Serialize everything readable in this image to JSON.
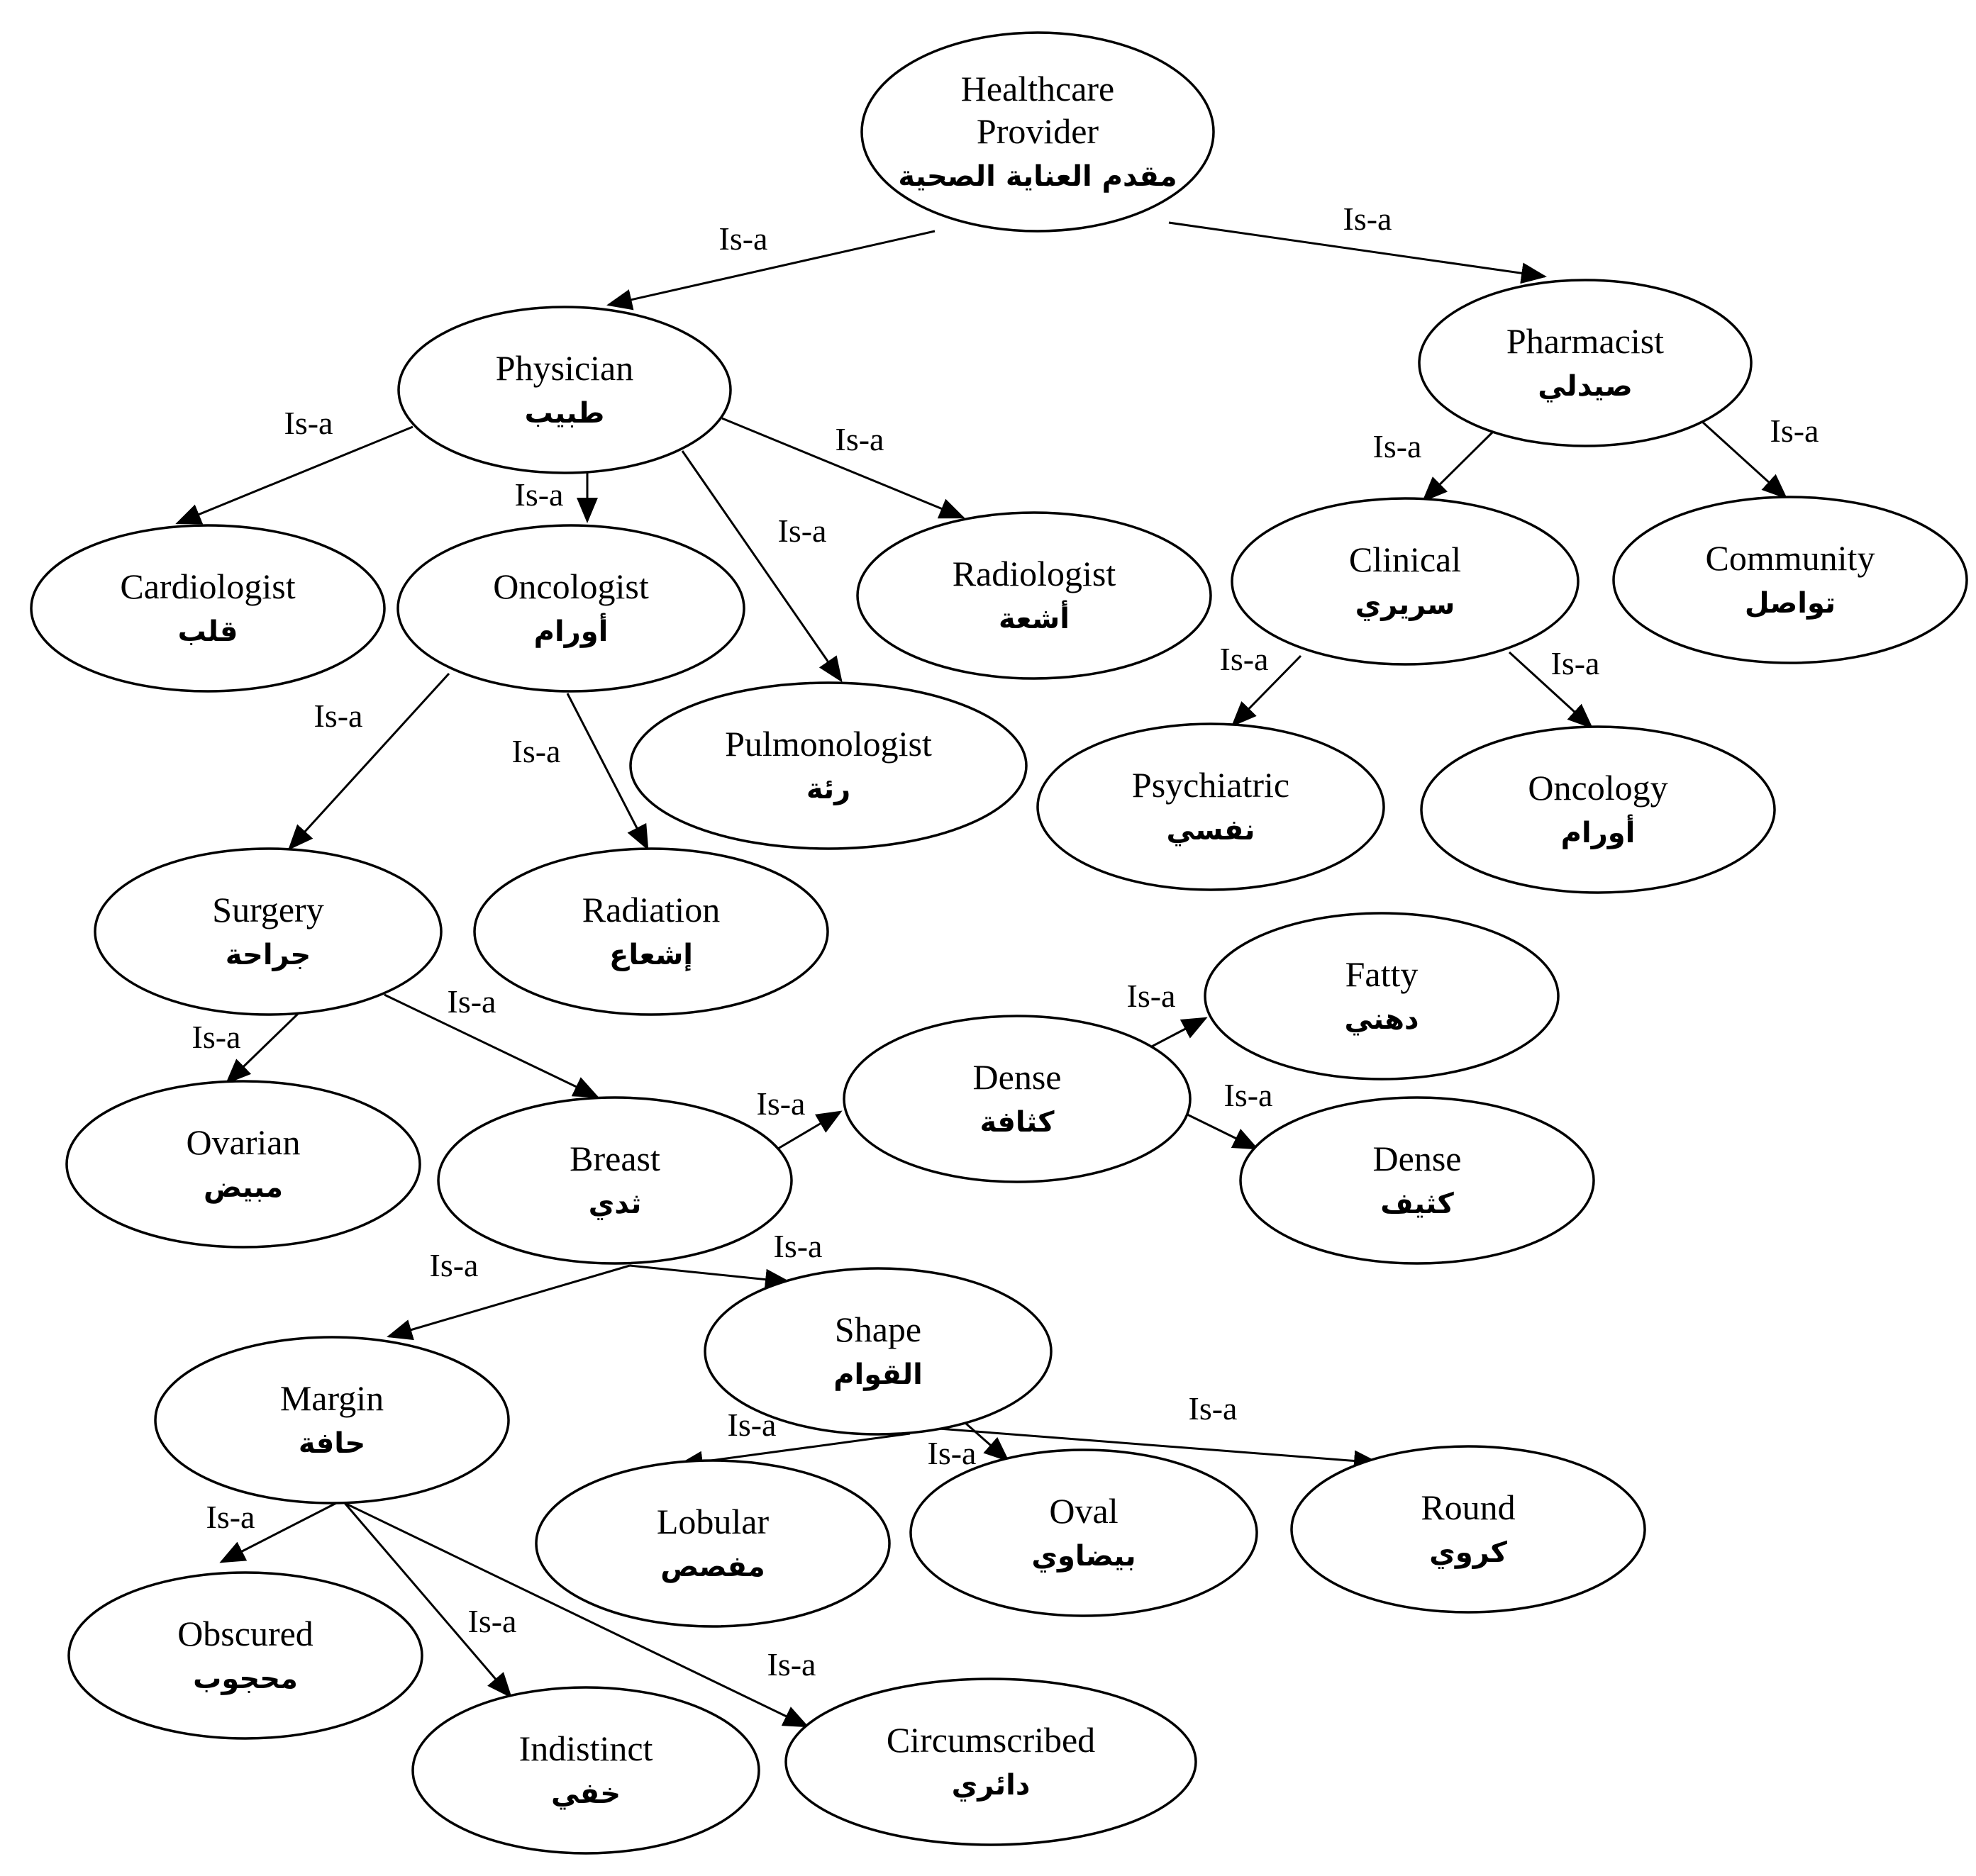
{
  "edge_label": "Is-a",
  "nodes": [
    {
      "id": "healthcare",
      "lines": [
        "Healthcare",
        "Provider"
      ],
      "ar": "مقدم العناية الصحية"
    },
    {
      "id": "physician",
      "lines": [
        "Physician"
      ],
      "ar": "طبيب"
    },
    {
      "id": "pharmacist",
      "lines": [
        "Pharmacist"
      ],
      "ar": "صيدلي"
    },
    {
      "id": "cardiologist",
      "lines": [
        "Cardiologist"
      ],
      "ar": "قلب"
    },
    {
      "id": "oncologist",
      "lines": [
        "Oncologist"
      ],
      "ar": "أورام"
    },
    {
      "id": "radiologist",
      "lines": [
        "Radiologist"
      ],
      "ar": "أشعة"
    },
    {
      "id": "pulmonologist",
      "lines": [
        "Pulmonologist"
      ],
      "ar": "رئة"
    },
    {
      "id": "clinical",
      "lines": [
        "Clinical"
      ],
      "ar": "سريري"
    },
    {
      "id": "community",
      "lines": [
        "Community"
      ],
      "ar": "تواصل"
    },
    {
      "id": "psychiatric",
      "lines": [
        "Psychiatric"
      ],
      "ar": "نفسي"
    },
    {
      "id": "oncology",
      "lines": [
        "Oncology"
      ],
      "ar": "أورام"
    },
    {
      "id": "surgery",
      "lines": [
        "Surgery"
      ],
      "ar": "جراحة"
    },
    {
      "id": "radiation",
      "lines": [
        "Radiation"
      ],
      "ar": "إشعاع"
    },
    {
      "id": "fatty",
      "lines": [
        "Fatty"
      ],
      "ar": "دهني"
    },
    {
      "id": "dense1",
      "lines": [
        "Dense"
      ],
      "ar": "كثافة"
    },
    {
      "id": "dense2",
      "lines": [
        "Dense"
      ],
      "ar": "كثيف"
    },
    {
      "id": "ovarian",
      "lines": [
        "Ovarian"
      ],
      "ar": "مبيض"
    },
    {
      "id": "breast",
      "lines": [
        "Breast"
      ],
      "ar": "ثدي"
    },
    {
      "id": "shape",
      "lines": [
        "Shape"
      ],
      "ar": "القوام"
    },
    {
      "id": "margin",
      "lines": [
        "Margin"
      ],
      "ar": "حافة"
    },
    {
      "id": "lobular",
      "lines": [
        "Lobular"
      ],
      "ar": "مفصص"
    },
    {
      "id": "oval",
      "lines": [
        "Oval"
      ],
      "ar": "بيضاوي"
    },
    {
      "id": "round",
      "lines": [
        "Round"
      ],
      "ar": "كروي"
    },
    {
      "id": "obscured",
      "lines": [
        "Obscured"
      ],
      "ar": "محجوب"
    },
    {
      "id": "indistinct",
      "lines": [
        "Indistinct"
      ],
      "ar": "خفي"
    },
    {
      "id": "circumscribed",
      "lines": [
        "Circumscribed"
      ],
      "ar": "دائري"
    }
  ],
  "edges": [
    {
      "from": "healthcare",
      "to": "physician"
    },
    {
      "from": "healthcare",
      "to": "pharmacist"
    },
    {
      "from": "physician",
      "to": "cardiologist"
    },
    {
      "from": "physician",
      "to": "oncologist"
    },
    {
      "from": "physician",
      "to": "pulmonologist"
    },
    {
      "from": "physician",
      "to": "radiologist"
    },
    {
      "from": "pharmacist",
      "to": "clinical"
    },
    {
      "from": "pharmacist",
      "to": "community"
    },
    {
      "from": "clinical",
      "to": "psychiatric"
    },
    {
      "from": "clinical",
      "to": "oncology"
    },
    {
      "from": "oncologist",
      "to": "surgery"
    },
    {
      "from": "oncologist",
      "to": "radiation"
    },
    {
      "from": "surgery",
      "to": "ovarian"
    },
    {
      "from": "surgery",
      "to": "breast"
    },
    {
      "from": "breast",
      "to": "dense1"
    },
    {
      "from": "dense1",
      "to": "fatty"
    },
    {
      "from": "dense1",
      "to": "dense2"
    },
    {
      "from": "breast",
      "to": "margin"
    },
    {
      "from": "breast",
      "to": "shape"
    },
    {
      "from": "shape",
      "to": "lobular"
    },
    {
      "from": "shape",
      "to": "oval"
    },
    {
      "from": "shape",
      "to": "round"
    },
    {
      "from": "margin",
      "to": "obscured"
    },
    {
      "from": "margin",
      "to": "indistinct"
    },
    {
      "from": "margin",
      "to": "circumscribed"
    }
  ]
}
